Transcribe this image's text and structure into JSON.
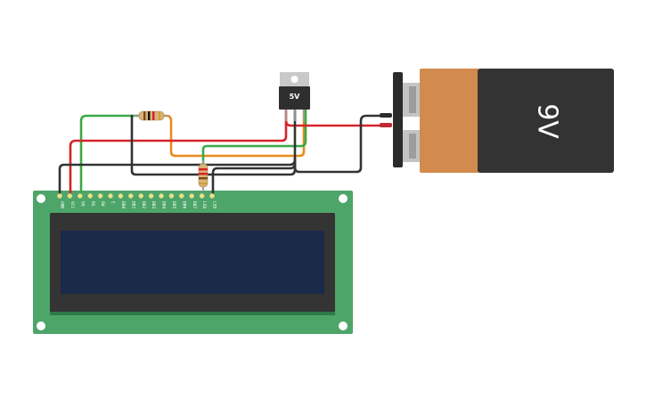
{
  "regulator": {
    "label": "5V"
  },
  "battery": {
    "label": "9V"
  },
  "lcd": {
    "pins": [
      "GND",
      "VCC",
      "VO",
      "RS",
      "RW",
      "E",
      "DB0",
      "DB1",
      "DB2",
      "DB3",
      "DB4",
      "DB5",
      "DB6",
      "DB7",
      "LED",
      "LED"
    ]
  },
  "colors": {
    "board": "#4ea56a",
    "screen_frame": "#343434",
    "screen": "#1c2a4a",
    "battery_body": "#d28a4e",
    "battery_dark": "#333333",
    "wire_red": "#d6232a",
    "wire_black": "#333333",
    "wire_green": "#3aa845",
    "wire_orange": "#ea8a1c"
  }
}
